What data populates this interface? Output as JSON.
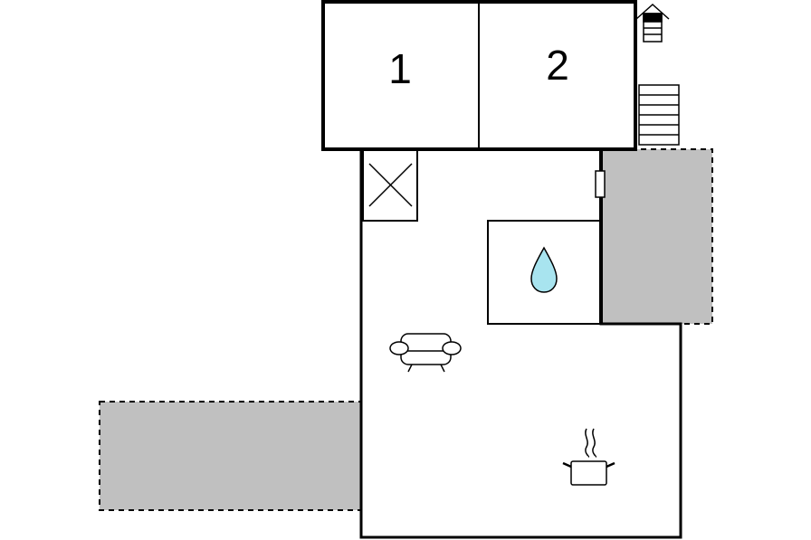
{
  "floor_plan": {
    "rooms": [
      {
        "label": "1"
      },
      {
        "label": "2"
      }
    ],
    "icons": [
      {
        "name": "house-entrance-icon",
        "meaning": "entrance"
      },
      {
        "name": "stairs-icon",
        "meaning": "stairs"
      },
      {
        "name": "shaft-icon",
        "meaning": "shaft"
      },
      {
        "name": "water-drop-icon",
        "meaning": "bathroom"
      },
      {
        "name": "armchair-icon",
        "meaning": "living room"
      },
      {
        "name": "cooking-pot-icon",
        "meaning": "kitchen"
      }
    ],
    "colors": {
      "wall": "#000000",
      "outdoor_area": "#c0c0c0",
      "water": "#a8e4ef",
      "background": "#ffffff"
    }
  }
}
